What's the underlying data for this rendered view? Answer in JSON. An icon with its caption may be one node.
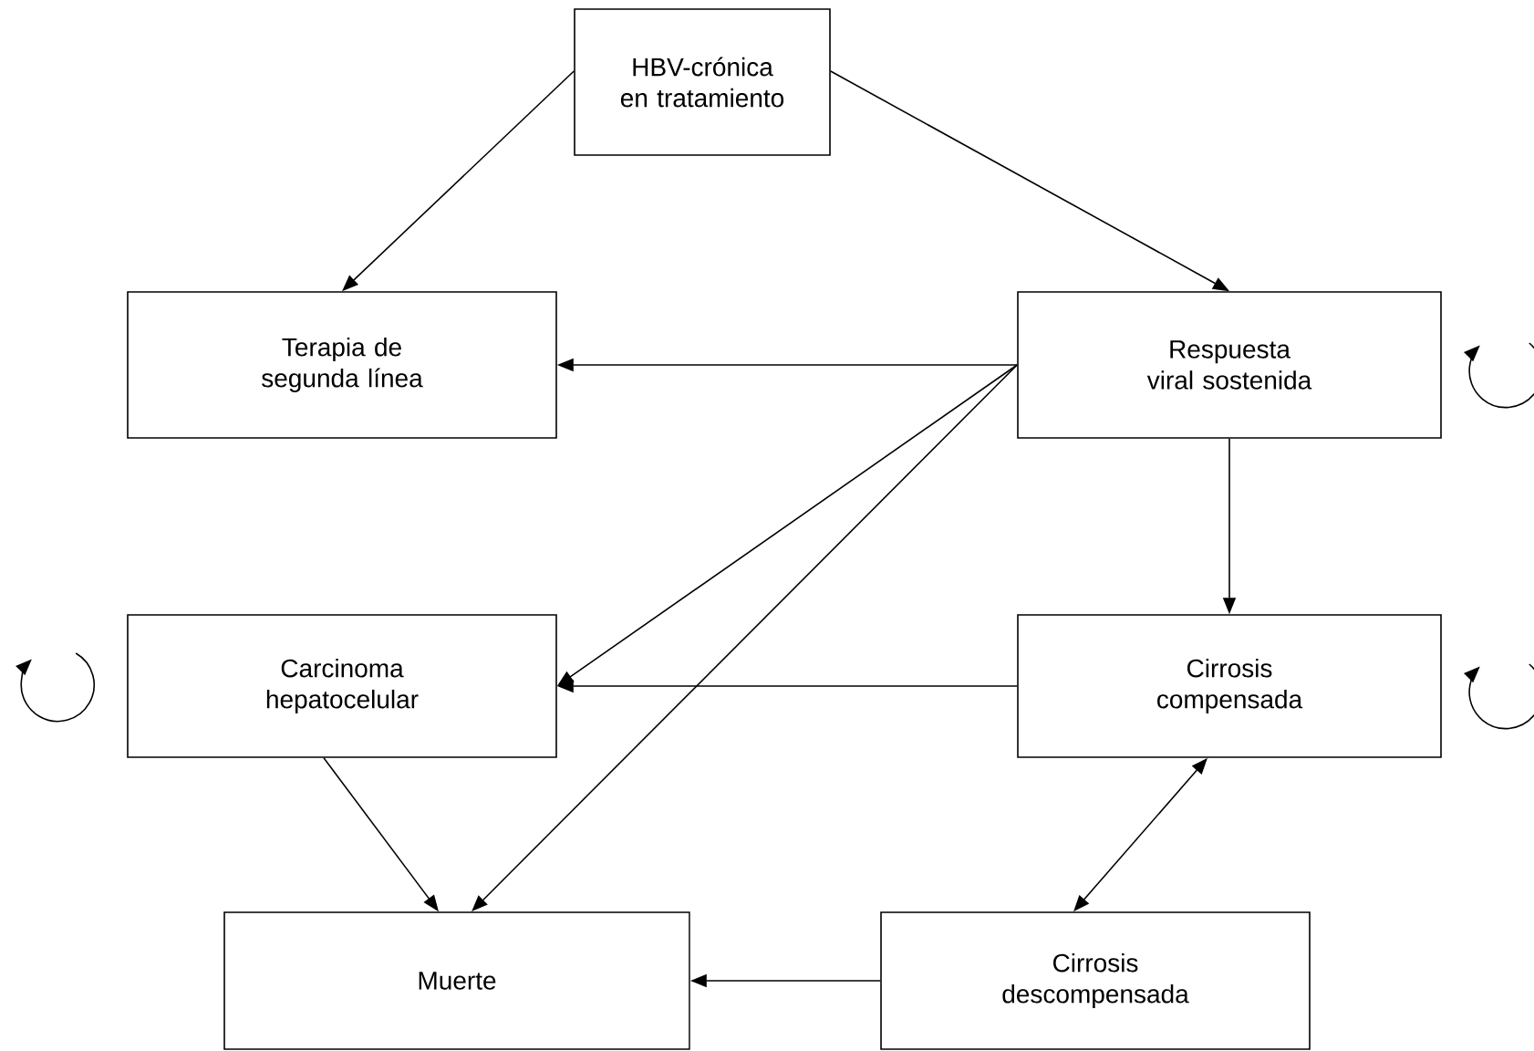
{
  "diagram": {
    "nodes": [
      {
        "text": [
          "HBV-crónica en tratamiento"
        ]
      },
      {
        "text": [
          "Terapia de segunda línea"
        ]
      },
      {
        "text": [
          "Respuesta viral sostenida"
        ]
      },
      {
        "text": [
          "Carcinoma hepatocelular"
        ]
      },
      {
        "text": [
          "Cirrosis compensada"
        ]
      },
      {
        "text": [
          "Muerte"
        ]
      },
      {
        "text": [
          "Cirrosis descompensada"
        ]
      }
    ],
    "edges": [
      {
        "from": 0,
        "to": 1,
        "arrow": "to"
      },
      {
        "from": 0,
        "to": 2,
        "arrow": "to"
      },
      {
        "from": 2,
        "to": 1,
        "arrow": "to"
      },
      {
        "from": 2,
        "to": 3,
        "arrow": "to"
      },
      {
        "from": 2,
        "to": 5,
        "arrow": "to"
      },
      {
        "from": 2,
        "to": 4,
        "arrow": "to"
      },
      {
        "from": 2,
        "to": 2,
        "arrow": "to"
      },
      {
        "from": 3,
        "to": 3,
        "arrow": "to"
      },
      {
        "from": 4,
        "to": 4,
        "arrow": "to"
      },
      {
        "from": 4,
        "to": 3,
        "arrow": "to"
      },
      {
        "from": 3,
        "to": 5,
        "arrow": "to"
      },
      {
        "from": 4,
        "to": 6,
        "arrow": "both"
      },
      {
        "from": 6,
        "to": 5,
        "arrow": "to"
      }
    ]
  }
}
